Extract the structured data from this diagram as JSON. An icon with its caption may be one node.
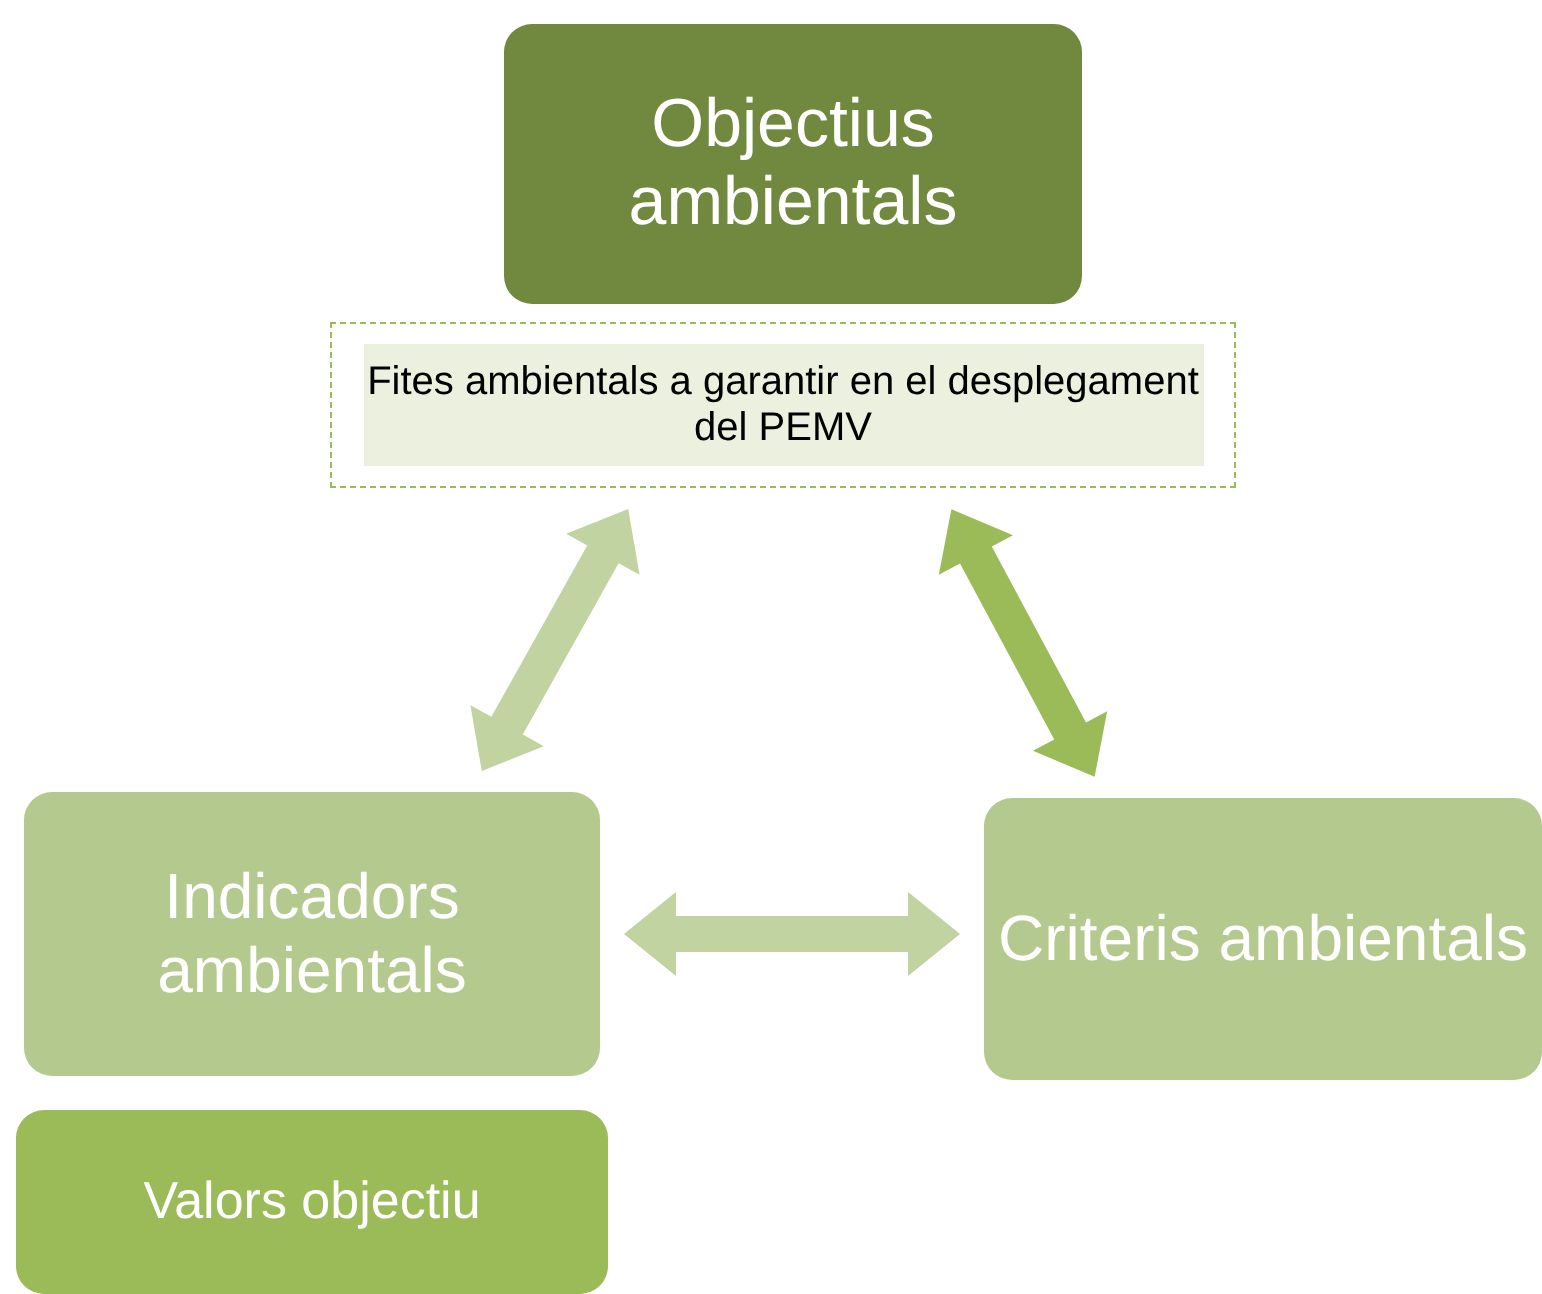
{
  "diagram": {
    "nodes": [
      {
        "text": [
          "Objectius ambientals"
        ]
      },
      {
        "text": [
          "Fites ambientals a garantir en el desplegament del PEMV"
        ]
      },
      {
        "text": [
          "Indicadors ambientals"
        ]
      },
      {
        "text": [
          "Criteris ambientals"
        ]
      },
      {
        "text": [
          "Valors objectiu"
        ]
      }
    ],
    "edges": [
      {
        "from": 1,
        "to": 2,
        "arrow": "both"
      },
      {
        "from": 1,
        "to": 3,
        "arrow": "both",
        "color": "#9bbb59"
      },
      {
        "from": 2,
        "to": 3,
        "arrow": "both"
      }
    ]
  }
}
